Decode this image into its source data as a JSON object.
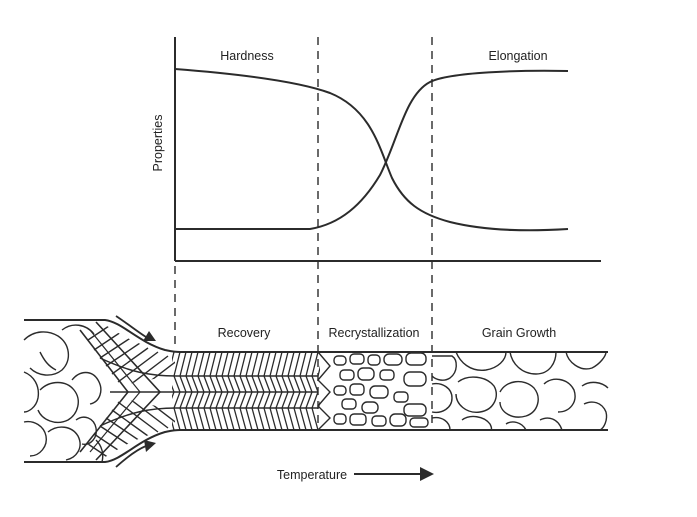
{
  "chart": {
    "y_axis_label": "Properties",
    "curve_labels": {
      "hardness": "Hardness",
      "elongation": "Elongation"
    }
  },
  "stages": {
    "recovery": "Recovery",
    "recrystallization": "Recrystallization",
    "grain_growth": "Grain Growth"
  },
  "x_label": "Temperature"
}
